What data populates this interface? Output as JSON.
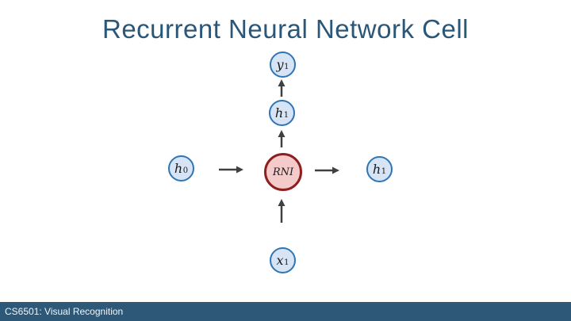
{
  "slide": {
    "title": "Recurrent Neural Network Cell",
    "footer": "CS6501: Visual Recognition"
  },
  "colors": {
    "title_text": "#2A5678",
    "footer_bg": "#2D5878",
    "footer_text": "#F2F6FA",
    "node_blue_fill": "#D6E4F5",
    "node_blue_border": "#2E75B6",
    "node_red_fill": "#F5CACA",
    "node_red_border": "#8F1F1F",
    "arrow": "#404040"
  },
  "diagram": {
    "nodes": [
      {
        "id": "y1",
        "label": "y",
        "sub": "1"
      },
      {
        "id": "h1-top",
        "label": "h",
        "sub": "1"
      },
      {
        "id": "h0",
        "label": "h",
        "sub": "0"
      },
      {
        "id": "rni",
        "label": "RNI",
        "sub": ""
      },
      {
        "id": "h1-right",
        "label": "h",
        "sub": "1"
      },
      {
        "id": "x1",
        "label": "x",
        "sub": "1"
      }
    ],
    "arrows": [
      {
        "id": "x1-to-rni",
        "direction": "up"
      },
      {
        "id": "rni-to-h1",
        "direction": "up"
      },
      {
        "id": "h1-to-y1",
        "direction": "up"
      },
      {
        "id": "h0-to-rni",
        "direction": "right"
      },
      {
        "id": "rni-to-h1-next",
        "direction": "right"
      }
    ]
  }
}
